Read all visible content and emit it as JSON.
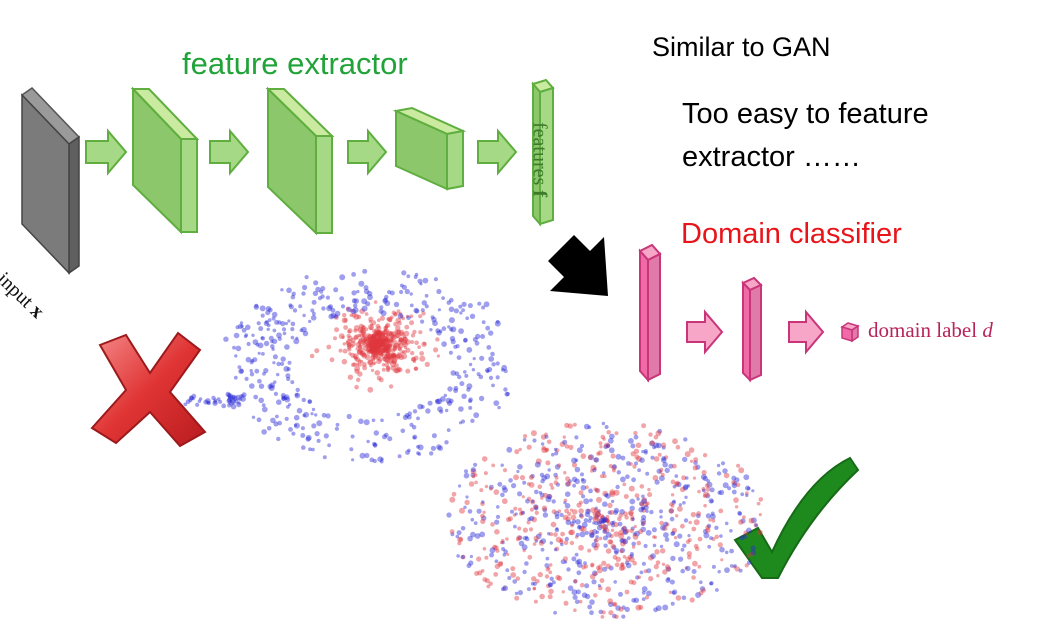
{
  "labels": {
    "feature_extractor": "feature extractor",
    "similar_to_gan": "Similar to GAN",
    "too_easy_line1": "Too easy to feature",
    "too_easy_line2": "extractor ……",
    "domain_classifier": "Domain classifier",
    "domain_label_text": "domain label",
    "domain_label_var": "d",
    "features_text": "features",
    "features_var": "f",
    "input_text": "input",
    "input_var": "x"
  },
  "colors": {
    "extractor_green": "#22a33a",
    "classifier_red": "#e8141a",
    "classifier_pink": "#f06aa8",
    "points_red": "#e0383e",
    "points_blue": "#2b2bd8",
    "check_green": "#1e8a1e",
    "cross_red": "#d6282c"
  },
  "icons": {
    "bad_marker": "red-x-icon",
    "good_marker": "green-check-icon"
  }
}
